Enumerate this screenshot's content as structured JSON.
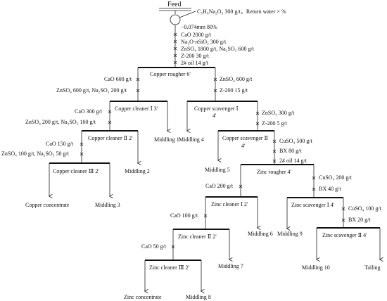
{
  "feed": {
    "label": "Feed"
  },
  "grinding": {
    "reagent_line": "C₅H₈Na₂O₃ 300 g/t，Return water × %",
    "size": "−0.074mm 80%"
  },
  "conditioning": {
    "reagents": [
      "CaO 2000 g/t",
      "Na₂O·nSiO₂ 300 g/t",
      "ZnSO₄ 1800 g/t, Na₂SO₃ 600 g/t",
      "Z-200 30 g/t",
      "2# oil 14 g/t"
    ]
  },
  "stages": {
    "copper_rougher": "Copper rougher  6'",
    "copper_cleaner_1": "Copper cleaner Ⅰ  3'",
    "copper_cleaner_2": "Copper cleaner Ⅱ  2'",
    "copper_cleaner_3": "Copper cleaner Ⅲ 2'",
    "copper_scavenger_1_line1": "Copper scavenger Ⅰ",
    "copper_scavenger_1_line2": "4'",
    "copper_scavenger_2_line1": "Copper scavenger Ⅱ",
    "copper_scavenger_2_line2": "4'",
    "zinc_rougher": "Zinc rougher 4'",
    "zinc_cleaner_1": "Zinc cleaner Ⅰ  2'",
    "zinc_cleaner_2": "Zinc cleaner Ⅱ  2'",
    "zinc_cleaner_3": "Zinc cleaner Ⅲ  2'",
    "zinc_scavenger_1": "Zinc scavenger Ⅰ  4'",
    "zinc_scavenger_2": "Zinc scavenger Ⅱ  4'"
  },
  "reagents": {
    "cu_c1_a": "CaO 600 g/t",
    "cu_c1_b": "ZnSO₄ 600 g/t, Na₂SO₃ 200 g/t",
    "cu_c2_a": "CaO 300 g/t",
    "cu_c2_b": "ZnSO₄ 200 g/t, Na₂SO₃ 100 g/t",
    "cu_c3_a": "CaO 150 g/t",
    "cu_c3_b": "ZnSO₄ 100 g/t, Na₂SO₃ 50 g/t",
    "cu_s1_a": "ZnSO₄ 600 g/t",
    "cu_s1_b": "Z-200 15 g/t",
    "cu_s2_a": "ZnSO₄ 300 g/t",
    "cu_s2_b": "Z-200 5 g/t",
    "zn_r_a": "CuSO₄ 500 g/t",
    "zn_r_b": "BX 80 g/t",
    "zn_r_c": "2# oil 14 g/t",
    "zn_c1": "CaO 200 g/t",
    "zn_c2": "CaO 100 g/t",
    "zn_c3": "CaO 50 g/t",
    "zn_s1_a": "CuSO₄ 200 g/t",
    "zn_s1_b": "BX 40 g/t",
    "zn_s2_a": "CuSO₄ 100 g/t",
    "zn_s2_b": "BX 20 g/t"
  },
  "products": {
    "copper_concentrate": "Copper concentrate",
    "zinc_concentrate": "Zinc concentrate",
    "tailing": "Tailing",
    "middling_1": "Middling 1",
    "middling_2": "Middling 2",
    "middling_3": "Middling 3",
    "middling_4": "Middling 4",
    "middling_5": "Middling 5",
    "middling_6": "Middling 6",
    "middling_7": "Middling 7",
    "middling_8": "Middling 8",
    "middling_9": "Middling 9",
    "middling_10": "Middling 10"
  }
}
